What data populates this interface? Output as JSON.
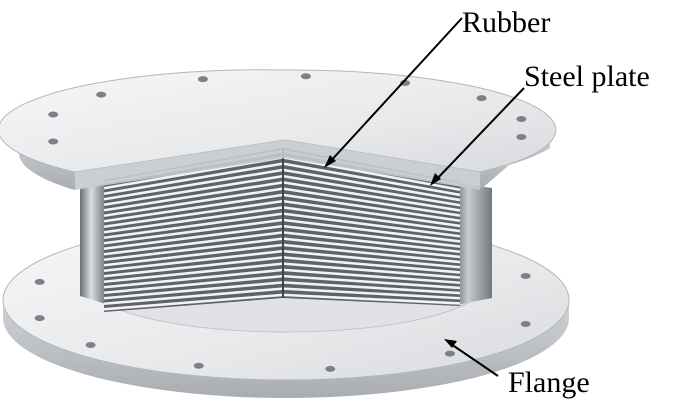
{
  "labels": {
    "rubber": "Rubber",
    "steel_plate": "Steel plate",
    "flange": "Flange"
  },
  "colors": {
    "flange_top": "#e6e8ea",
    "flange_edge": "#b9bcc0",
    "steel_layer": "#f2f3f4",
    "rubber_layer": "#5f6368",
    "hole": "#7d8186",
    "leader": "#000000"
  }
}
